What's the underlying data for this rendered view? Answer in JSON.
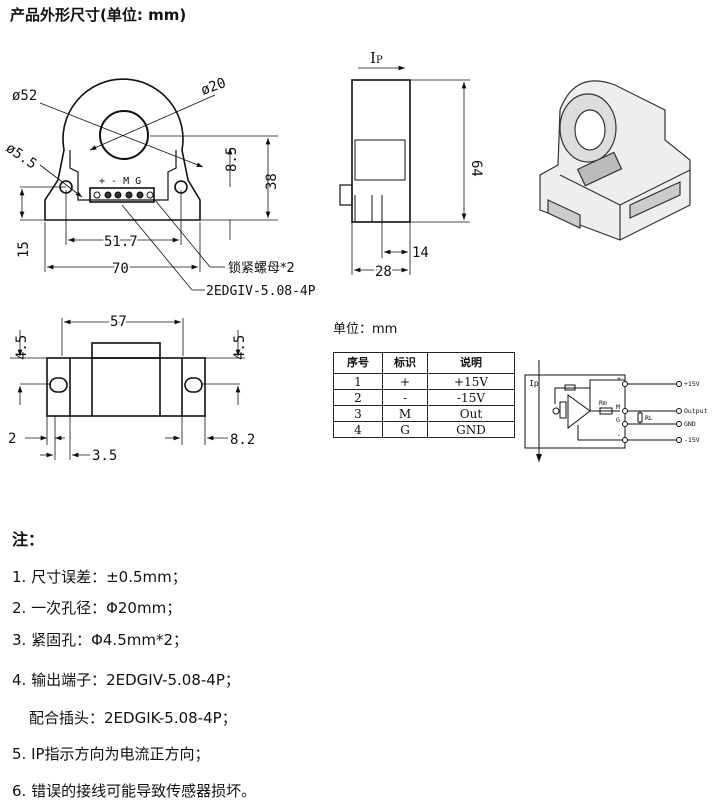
{
  "title": "产品外形尺寸(单位: mm)",
  "front_view": {
    "outer_dia": "ø52",
    "hole_dia": "ø20",
    "mount_dia": "ø5.5",
    "dim_8_5": "8.5",
    "dim_38": "38",
    "dim_15": "15",
    "dim_51_7": "51.7",
    "dim_70": "70",
    "pin_labels": "+ - M G",
    "nut_label": "锁紧螺母*2",
    "connector_label": "2EDGIV-5.08-4P"
  },
  "side_view": {
    "ip_label": "I",
    "ip_sub": "P",
    "dim_64": "64",
    "dim_14": "14",
    "dim_28": "28"
  },
  "bottom_view": {
    "dim_57": "57",
    "dim_4_5_left": "4.5",
    "dim_4_5_right": "4.5",
    "dim_2": "2",
    "dim_3_5": "3.5",
    "dim_8_2": "8.2"
  },
  "unit_label": "单位：mm",
  "pin_table": {
    "headers": [
      "序号",
      "标识",
      "说明"
    ],
    "rows": [
      [
        "1",
        "+",
        "+15V"
      ],
      [
        "2",
        "-",
        "-15V"
      ],
      [
        "3",
        "M",
        "Out"
      ],
      [
        "4",
        "G",
        "GND"
      ]
    ]
  },
  "circuit": {
    "ip": "Ip",
    "rm": "Rm",
    "rl": "RL",
    "pin_plus": "+",
    "pin_m": "M",
    "pin_g": "G",
    "pin_minus": "-",
    "out_15v": "+15V",
    "out_output": "Output",
    "out_gnd": "GND",
    "out_m15v": "-15V"
  },
  "notes": {
    "heading": "注：",
    "items": [
      "1. 尺寸误差：±0.5mm；",
      "2. 一次孔径：Φ20mm；",
      "3. 紧固孔：Φ4.5mm*2；",
      "4. 输出端子：2EDGIV-5.08-4P；",
      "配合插头：2EDGIK-5.08-4P；",
      "5. IP指示方向为电流正方向；",
      "6. 错误的接线可能导致传感器损坏。"
    ]
  }
}
